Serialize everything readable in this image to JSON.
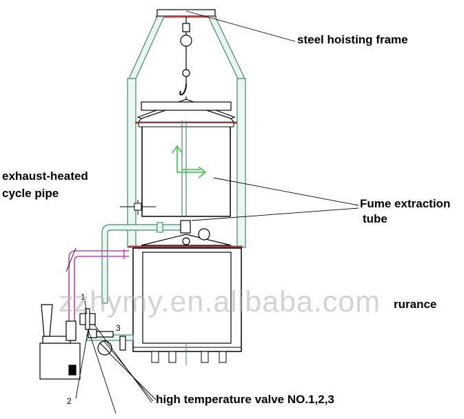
{
  "labels": {
    "hoisting_frame": "steel hoisting frame",
    "cycle_pipe_line1": "exhaust-heated",
    "cycle_pipe_line2": "cycle pipe",
    "fume_line1": "Fume extraction",
    "fume_line2": "tube",
    "furnace_fragment": "rurance",
    "valve_label": "high temperature valve NO.1,2,3"
  },
  "valve_numbers": {
    "one": "1",
    "two": "2",
    "three": "3"
  },
  "watermark": "zzhymy.en.alibaba.com",
  "colors": {
    "pipe_outline": "#3c8c6e",
    "pipe_fill": "#e9f5ef",
    "exhaust_pipe": "#c83cc8",
    "flange": "#b43c3c",
    "arrow": "#4cc85a",
    "line": "#000000"
  }
}
